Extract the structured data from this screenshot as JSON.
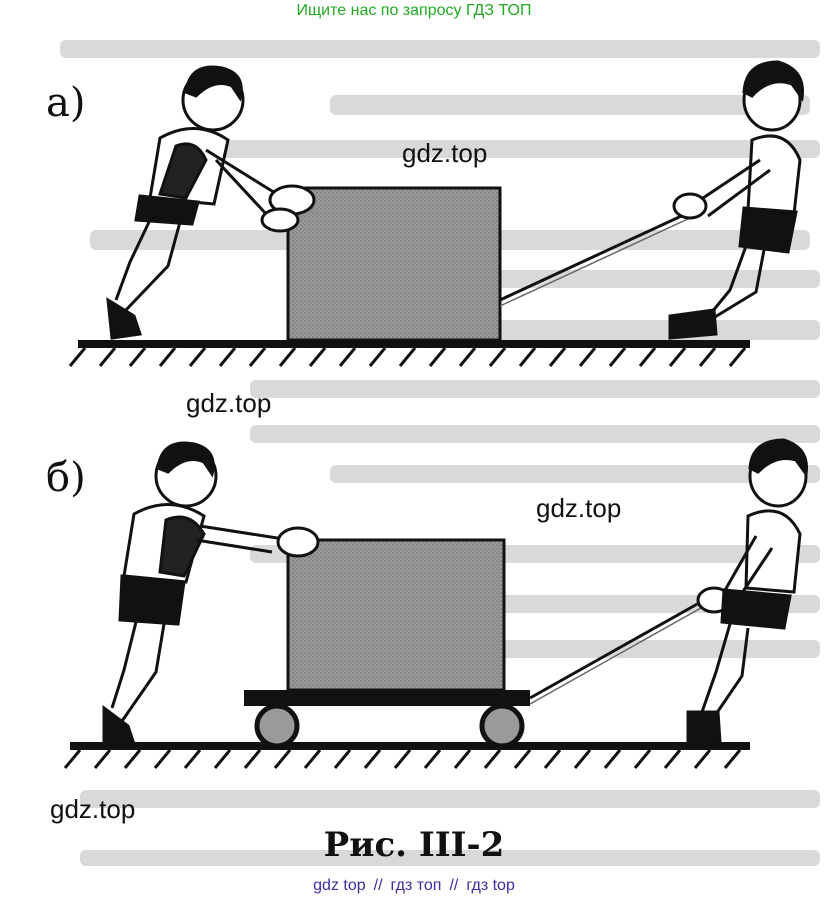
{
  "header": {
    "search_hint": "Ищите нас по запросу ГДЗ ТОП"
  },
  "panels": {
    "a_label": "а)",
    "b_label": "б)"
  },
  "watermarks": [
    "gdz.top",
    "gdz.top",
    "gdz.top",
    "gdz.top"
  ],
  "caption": "Рис. III-2",
  "footer": {
    "links": [
      "gdz top",
      "гдз топ",
      "гдз top"
    ],
    "separator": "//"
  },
  "colors": {
    "header_text": "#22aa22",
    "footer_text": "#3a2fa0",
    "box_fill": "#8c8c8c",
    "ink": "#111111"
  }
}
